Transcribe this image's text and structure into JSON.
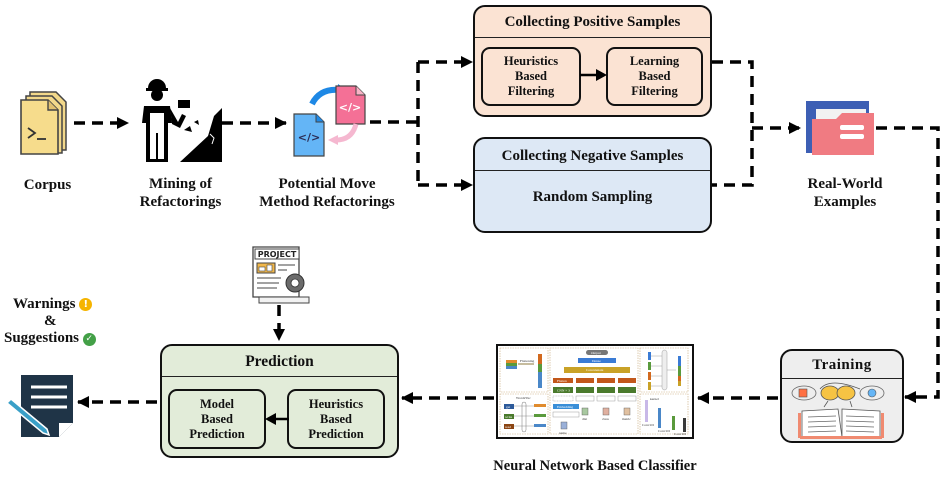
{
  "nodes": {
    "corpus": {
      "label": "Corpus",
      "icon": "terminal-files-icon"
    },
    "mining": {
      "label_line1": "Mining of",
      "label_line2": "Refactorings",
      "icon": "miner-icon"
    },
    "potential": {
      "label_line1": "Potential Move",
      "label_line2": "Method Refactorings",
      "icon": "code-files-exchange-icon"
    },
    "positive": {
      "title": "Collecting Positive Samples",
      "steps": [
        {
          "lines": [
            "Heuristics",
            "Based",
            "Filtering"
          ]
        },
        {
          "lines": [
            "Learning",
            "Based",
            "Filtering"
          ]
        }
      ],
      "color": "#fbe3d3"
    },
    "negative": {
      "title": "Collecting Negative Samples",
      "body": "Random Sampling",
      "color": "#dde8f5"
    },
    "real_world": {
      "label_line1": "Real-World",
      "label_line2": "Examples",
      "icon": "folder-icon"
    },
    "training": {
      "title": "Training",
      "icon": "machine-learning-book-icon",
      "color": "#eeeeee"
    },
    "classifier": {
      "label": "Neural Network Based Classifier",
      "icon": "neural-network-architecture-icon",
      "diagram": {
        "output": "Output",
        "dense": "Dense",
        "concatenate": "Concatenate",
        "flatten": "Flatten",
        "cnn": "CNN × 3",
        "embedding": "Embedding",
        "flattening": "Flattening",
        "word2vec": "Word2Vec",
        "words": [
          "get",
          "write",
          "read"
        ],
        "files": [
          "name",
          "dist",
          "class",
          "metric"
        ],
        "conv": [
          "Conv1D",
          "Conv1D",
          "Conv1D"
        ],
        "kernel": "kernel"
      }
    },
    "prediction": {
      "title": "Prediction",
      "steps": [
        {
          "lines": [
            "Model",
            "Based",
            "Prediction"
          ]
        },
        {
          "lines": [
            "Heuristics",
            "Based",
            "Prediction"
          ]
        }
      ],
      "color": "#e2ecd9"
    },
    "project": {
      "label": "PROJECT",
      "icon": "project-settings-icon"
    },
    "output": {
      "warnings": "Warnings",
      "amp": "&",
      "suggestions": "Suggestions",
      "warning_icon": "!",
      "check_icon": "✓",
      "warning_color": "#f5b400",
      "check_color": "#43a047",
      "icon": "document-edit-icon"
    }
  }
}
